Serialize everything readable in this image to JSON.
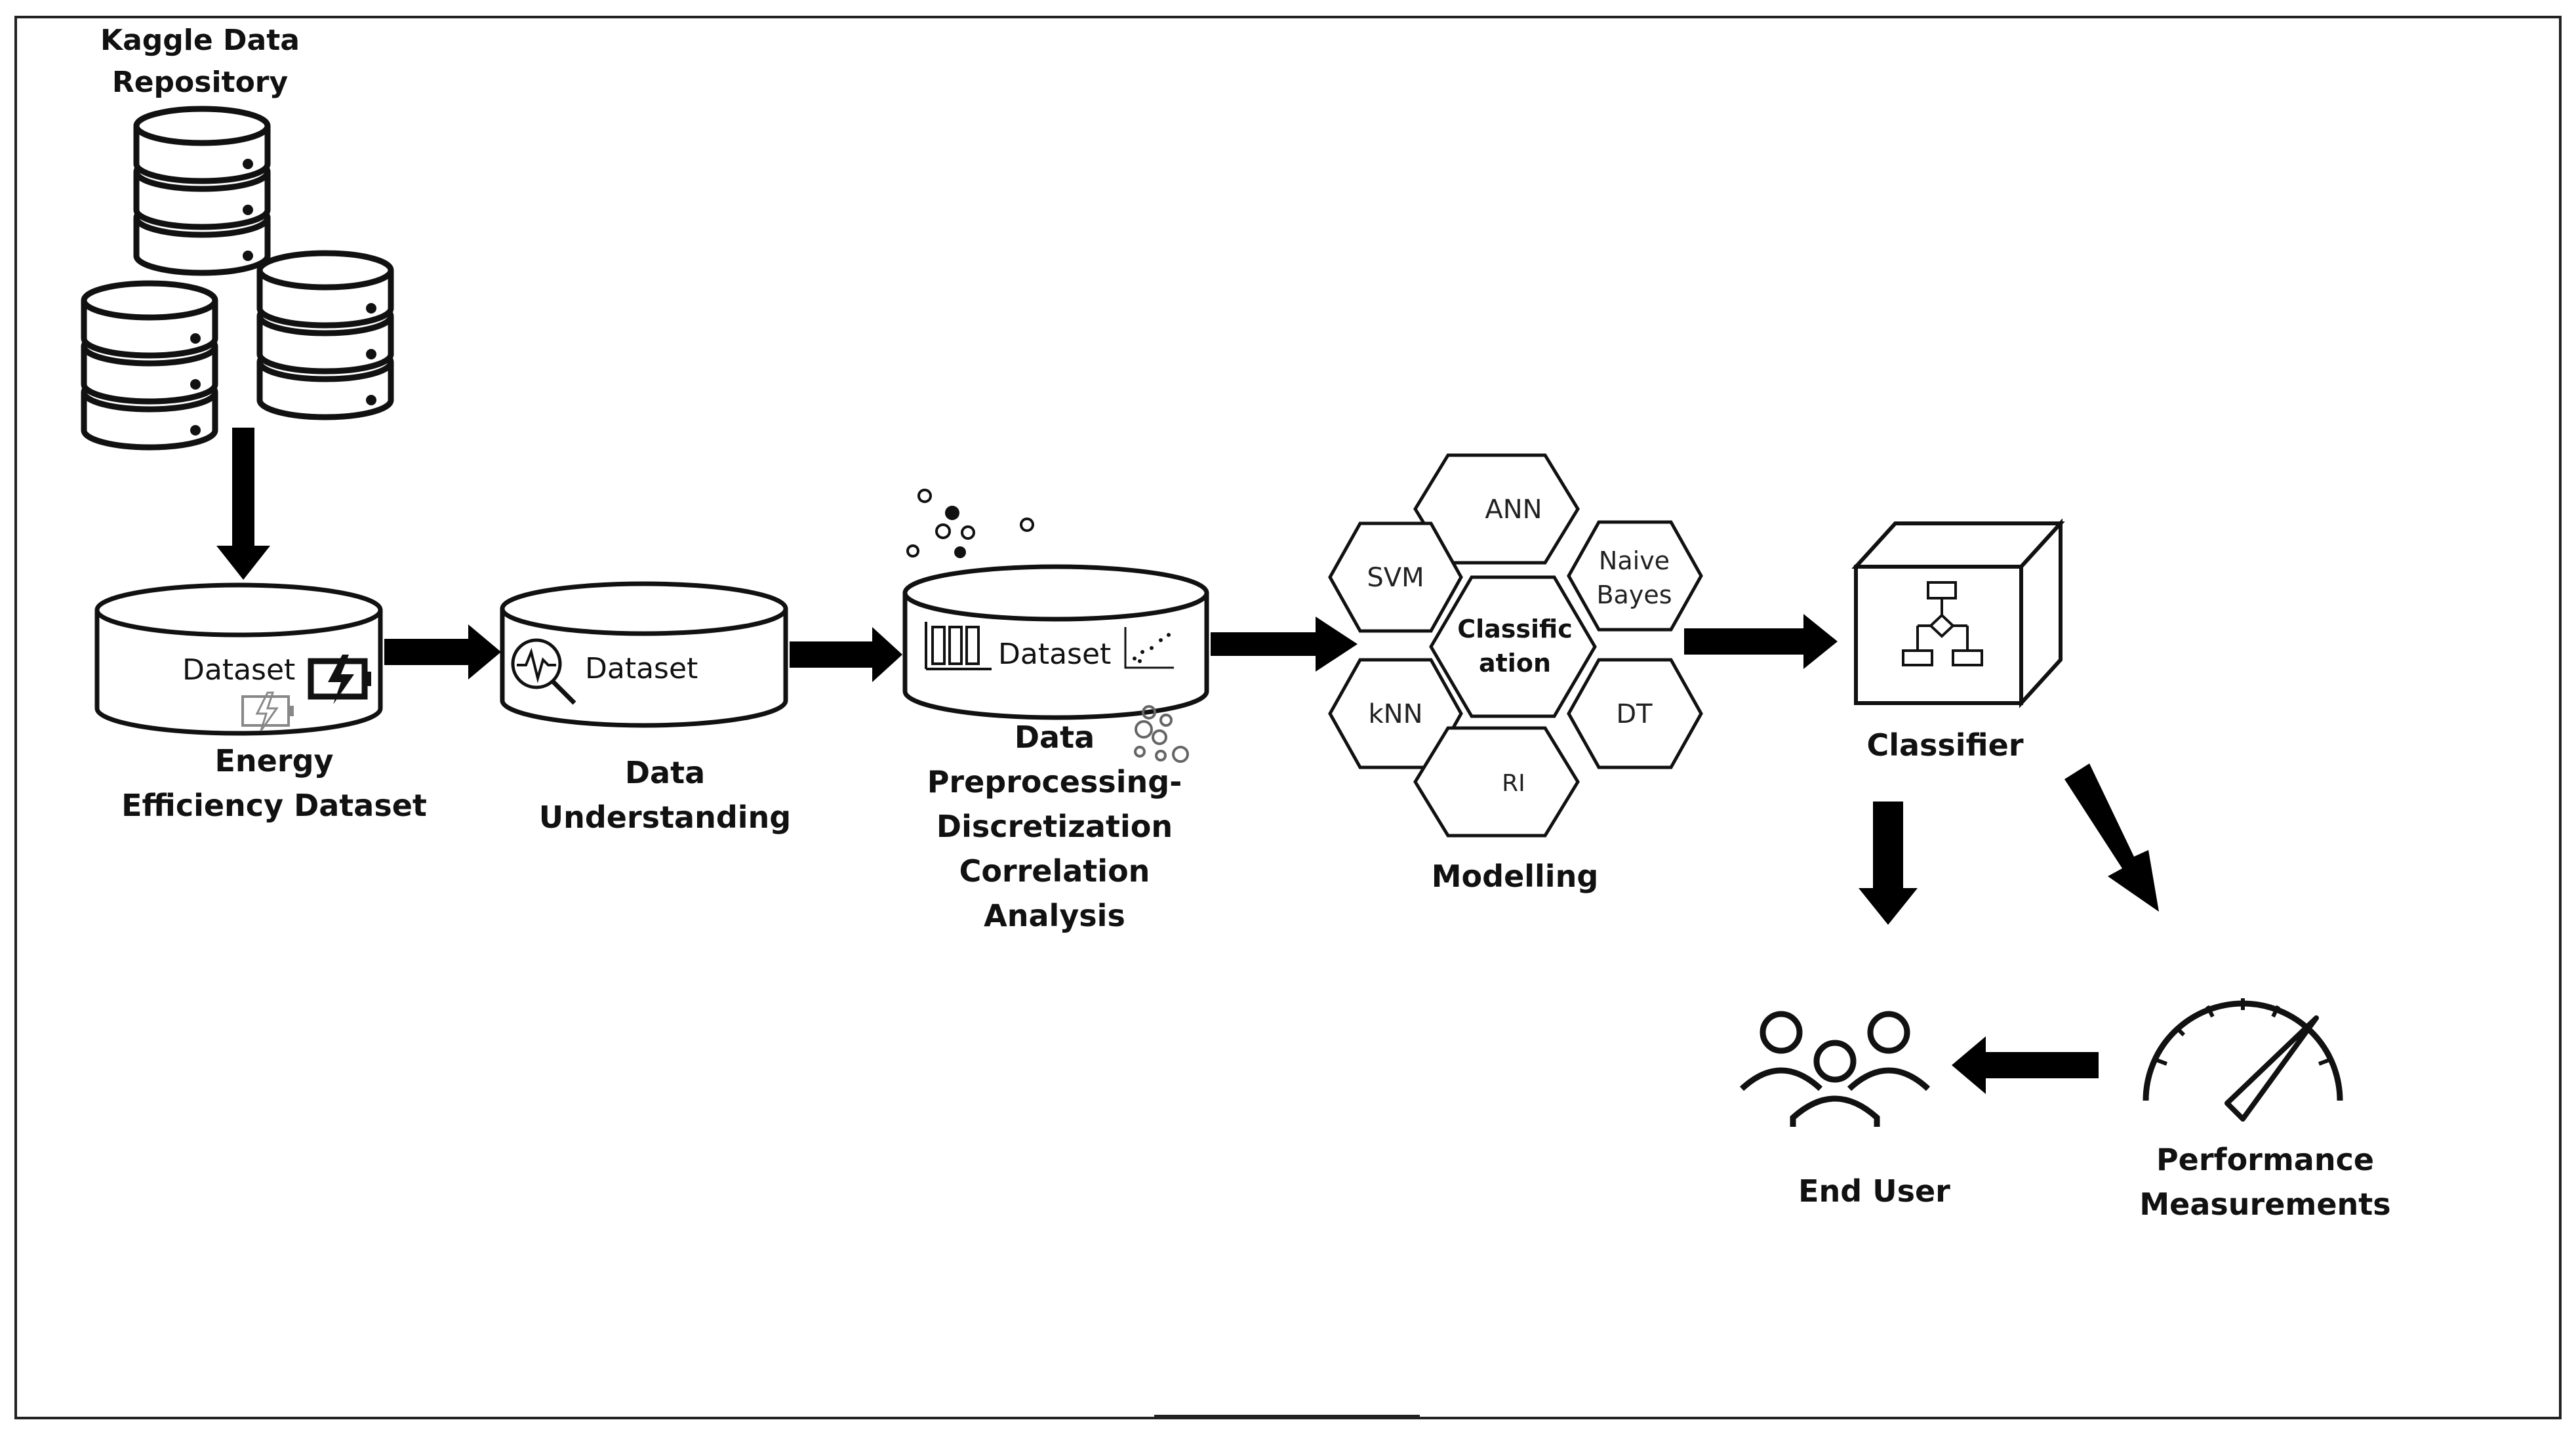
{
  "nodes": {
    "kaggle_repo": {
      "lines": [
        "Kaggle Data",
        "Repository"
      ]
    },
    "energy_dataset": {
      "cyl_text": "Dataset",
      "lines": [
        "Energy",
        "Efficiency Dataset"
      ]
    },
    "data_understanding": {
      "cyl_text": "Dataset",
      "lines": [
        "Data",
        "Understanding"
      ]
    },
    "preprocessing": {
      "cyl_text": "Dataset",
      "lines": [
        "Data",
        "Preprocessing-",
        "Discretization",
        "Correlation",
        "Analysis"
      ]
    },
    "modelling": {
      "center": [
        "Classific",
        "ation"
      ],
      "ann": "ANN",
      "naive_bayes": [
        "Naive",
        "Bayes"
      ],
      "svm": "SVM",
      "knn": "kNN",
      "dt": "DT",
      "ri": "RI",
      "lines": [
        "Modelling"
      ]
    },
    "classifier": {
      "lines": [
        "Classifier"
      ]
    },
    "performance": {
      "lines": [
        "Performance",
        "Measurements"
      ]
    },
    "end_user": {
      "lines": [
        "End User"
      ]
    }
  },
  "icons": [
    "database-icon",
    "battery-charging-icon",
    "battery-outline-icon",
    "search-analysis-icon",
    "bar-chart-icon",
    "scatter-plot-icon",
    "bubbles-icon",
    "flowchart-cube-icon",
    "gauge-icon",
    "users-icon",
    "arrow-icon"
  ],
  "colors": {
    "stroke": "#111111",
    "fill": "#ffffff",
    "arrow": "#000000"
  }
}
